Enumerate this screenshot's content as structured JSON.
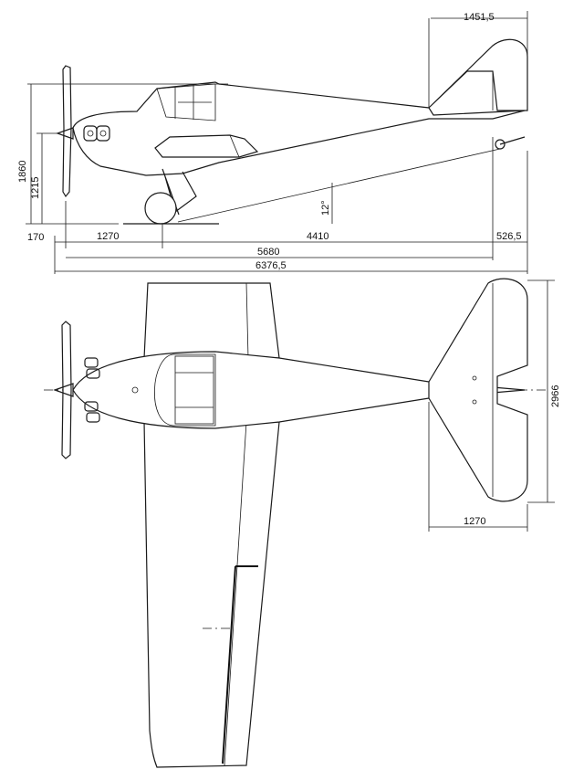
{
  "side_view": {
    "dimensions": {
      "tail_height": "1451,5",
      "overall_height": "1860",
      "prop_axis_height": "1215",
      "ground_angle": "12°",
      "prop_offset": "170",
      "nose_to_wheel": "1270",
      "wheel_to_tail": "4410",
      "fuselage_length": "5680",
      "tail_overhang": "526,5",
      "overall_length": "6376,5"
    }
  },
  "plan_view": {
    "dimensions": {
      "tailplane_span": "2966",
      "tailplane_chord": "1270"
    }
  }
}
